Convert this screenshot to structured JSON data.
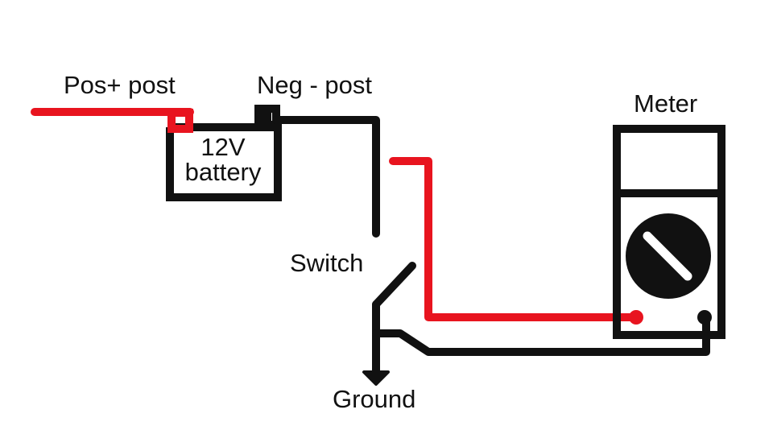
{
  "labels": {
    "pos_post": "Pos+ post",
    "neg_post": "Neg - post",
    "battery_line1": "12V",
    "battery_line2": "battery",
    "meter": "Meter",
    "switch": "Switch",
    "ground": "Ground"
  },
  "colors": {
    "positive_wire": "#e8141f",
    "negative_wire": "#111111",
    "background": "#ffffff"
  }
}
